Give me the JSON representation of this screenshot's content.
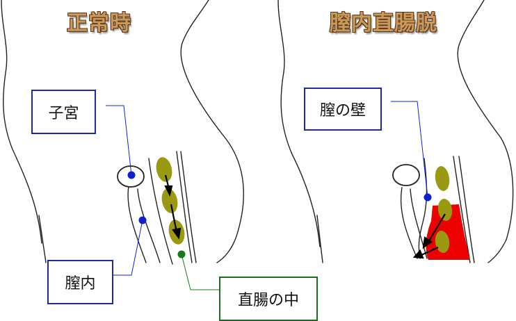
{
  "titles": {
    "normal": "正常時",
    "prolapse": "膣内直腸脱"
  },
  "labels": {
    "uterus": "子宮",
    "vagina_inside": "膣内",
    "rectum_inside": "直腸の中",
    "vaginal_wall": "膣の壁"
  },
  "colors": {
    "stool": "#9a9a12",
    "prolapse": "#ee0000",
    "blue_marker": "#1020d0",
    "green_marker": "#1a7a1a",
    "outline": "#222222"
  }
}
